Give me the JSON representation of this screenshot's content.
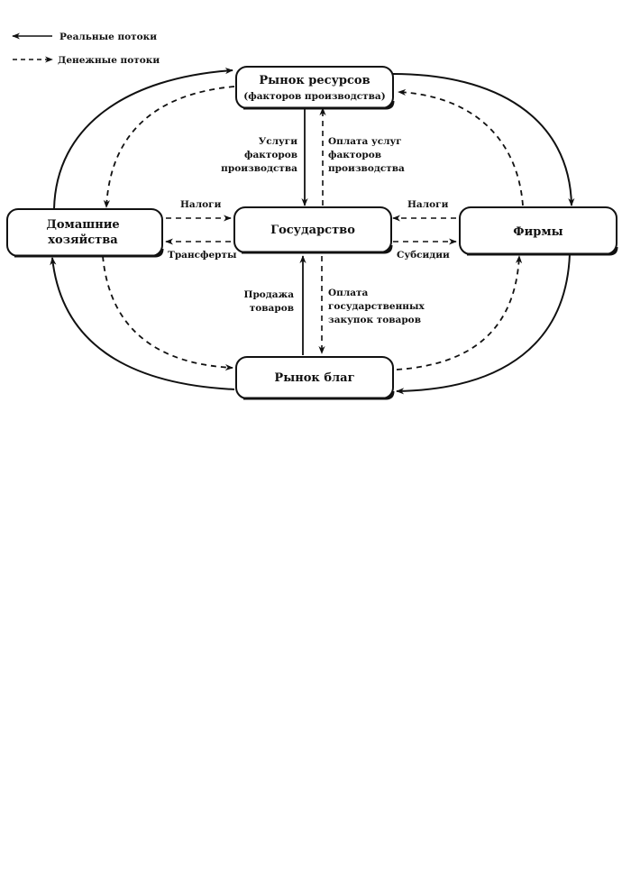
{
  "legend": {
    "real": "Реальные потоки",
    "money": "Денежные потоки"
  },
  "nodes": {
    "resources": {
      "line1": "Рынок ресурсов",
      "line2": "(факторов производства)"
    },
    "government": {
      "label": "Государство"
    },
    "households": {
      "line1": "Домашние",
      "line2": "хозяйства"
    },
    "firms": {
      "label": "Фирмы"
    },
    "goods": {
      "label": "Рынок благ"
    }
  },
  "flows": {
    "factor_services": [
      "Услуги",
      "факторов",
      "производства"
    ],
    "factor_payment": [
      "Оплата услуг",
      "факторов",
      "производства"
    ],
    "taxes_households": "Налоги",
    "transfers": "Трансферты",
    "taxes_firms": "Налоги",
    "subsidies": "Субсидии",
    "goods_sale": [
      "Продажа",
      "товаров"
    ],
    "gov_purchase_payment": [
      "Оплата",
      "государственных",
      "закупок товаров"
    ]
  }
}
